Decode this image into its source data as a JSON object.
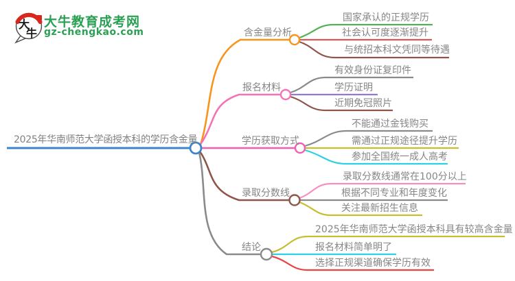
{
  "brand": {
    "name": "大牛教育成考网",
    "domain": "gz-chengkao.com",
    "logo_char1": "大",
    "logo_char2": "牛",
    "green": "#2aa052",
    "red": "#d8281e"
  },
  "mindmap": {
    "root": {
      "label": "2025年华南师范大学函授本科的学历含金量",
      "color": "#3d85c8"
    },
    "branches": [
      {
        "label": "含金量分析",
        "color": "#f7941e",
        "children": [
          {
            "label": "国家承认的正规学历",
            "color": "#55b055"
          },
          {
            "label": "社会认可度逐渐提升",
            "color": "#dc5757"
          },
          {
            "label": "与统招本科文凭同等待遇",
            "color": "#8e564b"
          }
        ]
      },
      {
        "label": "报名材料",
        "color": "#f473b6",
        "children": [
          {
            "label": "有效身份证复印件",
            "color": "#8a8a8a"
          },
          {
            "label": "学历证明",
            "color": "#9179d1"
          },
          {
            "label": "近期免冠照片",
            "color": "#8e564b"
          }
        ]
      },
      {
        "label": "学历获取方式",
        "color": "#f25fb0",
        "children": [
          {
            "label": "不能通过金钱购买",
            "color": "#8a8a8a"
          },
          {
            "label": "需通过正规途径提升学历",
            "color": "#c6bd2f"
          },
          {
            "label": "参加全国统一成人高考",
            "color": "#2bd0e4"
          }
        ]
      },
      {
        "label": "录取分数线",
        "color": "#8e564b",
        "children": [
          {
            "label": "录取分数线通常在100分以上",
            "color": "#f58fc1"
          },
          {
            "label": "根据不同专业和年度变化",
            "color": "#8a8a8a"
          },
          {
            "label": "关注最新招生信息",
            "color": "#c6bd2f"
          }
        ]
      },
      {
        "label": "结论",
        "color": "#8a8a8a",
        "children": [
          {
            "label": "2025年华南师范大学函授本科具有较高含金量",
            "color": "#c6bd2f"
          },
          {
            "label": "报名材料简单明了",
            "color": "#2bd0e4"
          },
          {
            "label": "选择正规渠道确保学历有效",
            "color": "#e94343"
          }
        ]
      }
    ]
  }
}
